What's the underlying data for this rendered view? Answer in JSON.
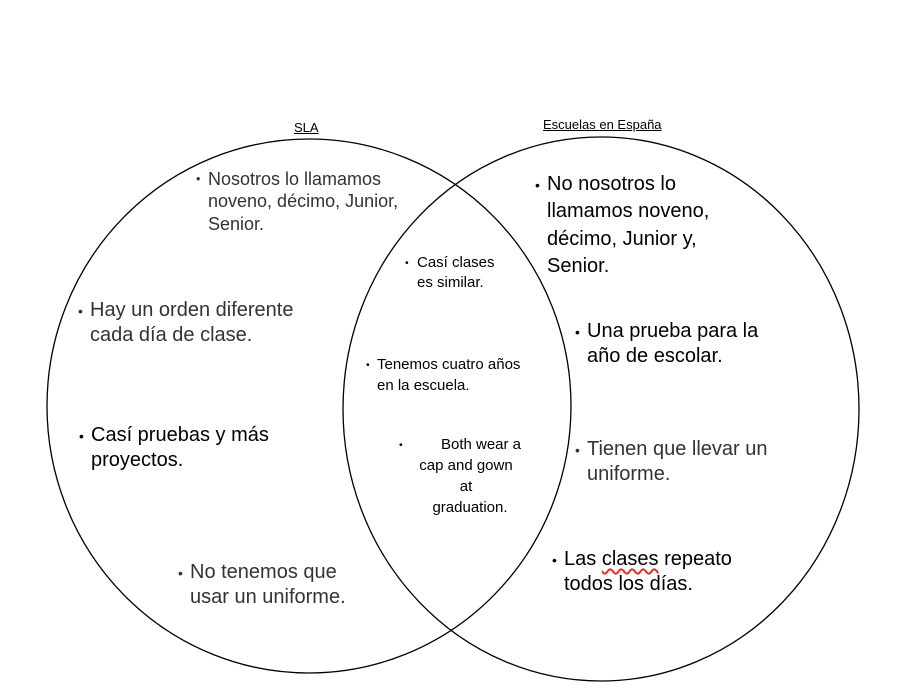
{
  "titles": {
    "left": "SLA",
    "right": "Escuelas en España"
  },
  "left_items": [
    {
      "lines": [
        "Nosotros lo llamamos",
        "noveno, décimo, Junior,",
        "Senior."
      ]
    },
    {
      "lines": [
        "Hay un orden diferente",
        "cada día de clase."
      ]
    },
    {
      "lines": [
        "Casí pruebas y más",
        "proyectos."
      ]
    },
    {
      "lines": [
        "No tenemos que",
        "usar un uniforme."
      ]
    }
  ],
  "center_items": [
    {
      "lines": [
        "Casí clases",
        "es similar."
      ]
    },
    {
      "lines": [
        "Tenemos cuatro años",
        "en la escuela."
      ]
    },
    {
      "lines": [
        "Both wear a",
        "cap and gown",
        "at",
        "graduation."
      ]
    }
  ],
  "right_items": [
    {
      "lines": [
        "No nosotros lo",
        "llamamos noveno,",
        "décimo, Junior y,",
        "Senior."
      ]
    },
    {
      "lines": [
        "Una prueba para la",
        "año de escolar."
      ]
    },
    {
      "lines": [
        "Tienen que llevar un",
        "uniforme."
      ]
    },
    {
      "lines": [
        "Las clases repeato",
        "todos los días."
      ],
      "misspelled": "clases"
    }
  ],
  "bullet": "•"
}
